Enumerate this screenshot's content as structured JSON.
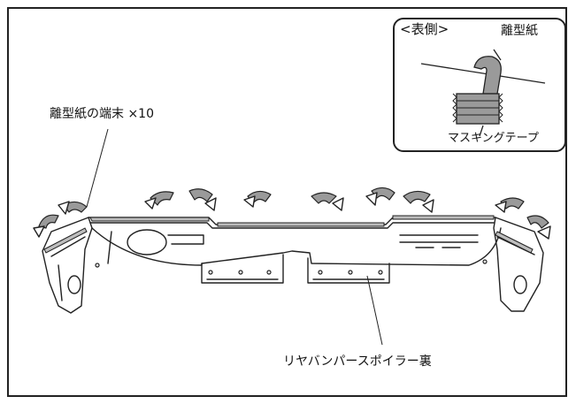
{
  "labels": {
    "release_paper_ends": "離型紙の端末 ×10",
    "rear_bumper_spoiler_back": "リヤバンパースポイラー裏"
  },
  "inset": {
    "title": "<表側>",
    "release_paper": "離型紙",
    "masking_tape": "マスキングテープ"
  },
  "colors": {
    "line": "#222222",
    "tape": "#9a9a9a"
  }
}
